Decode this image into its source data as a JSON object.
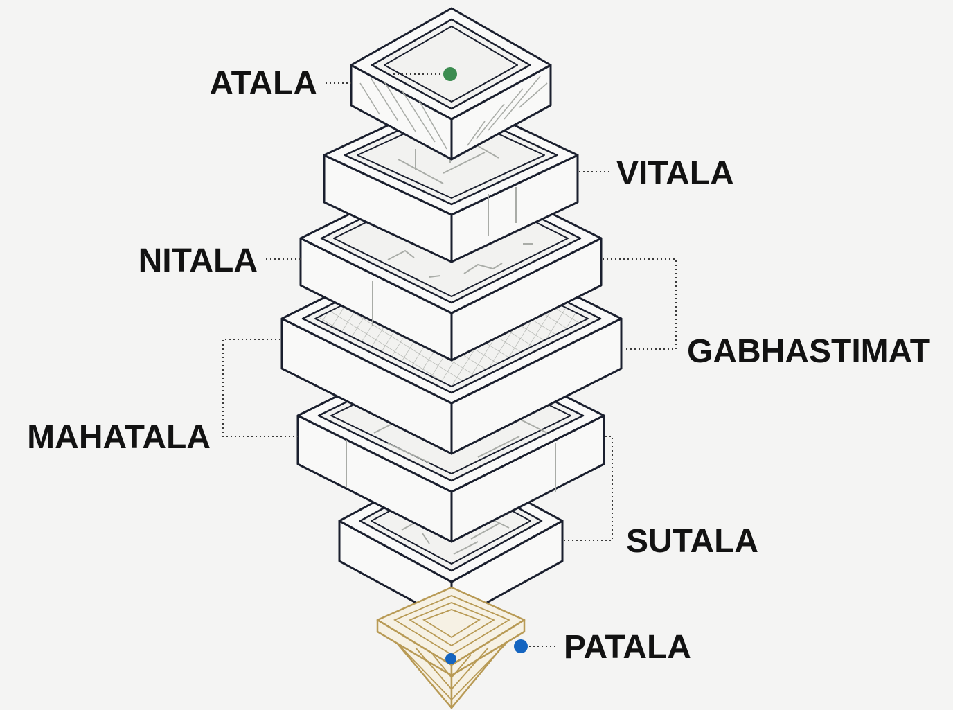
{
  "layers": [
    {
      "id": "atala",
      "label": "ATALA",
      "pattern": "diagonal-stripes",
      "marker_color": "#3c8c50"
    },
    {
      "id": "vitala",
      "label": "VITALA",
      "pattern": "cross-seams"
    },
    {
      "id": "nitala",
      "label": "NITALA",
      "pattern": "cracks"
    },
    {
      "id": "gabhastimat",
      "label": "GABHASTIMAT",
      "pattern": "crosshatch"
    },
    {
      "id": "mahatala",
      "label": "MAHATALA",
      "pattern": "dashes"
    },
    {
      "id": "sutala",
      "label": "SUTALA",
      "pattern": "dashes"
    },
    {
      "id": "patala",
      "label": "PATALA",
      "pattern": "stacked-layers",
      "marker_color": "#1565c0"
    }
  ],
  "colors": {
    "background": "#f4f4f3",
    "outline": "#1a1f2e",
    "box_fill": "#f9f9f8",
    "texture": "#a9aca7",
    "patala_outline": "#b89a55",
    "label": "#121212",
    "leader": "#3a3a3a"
  }
}
